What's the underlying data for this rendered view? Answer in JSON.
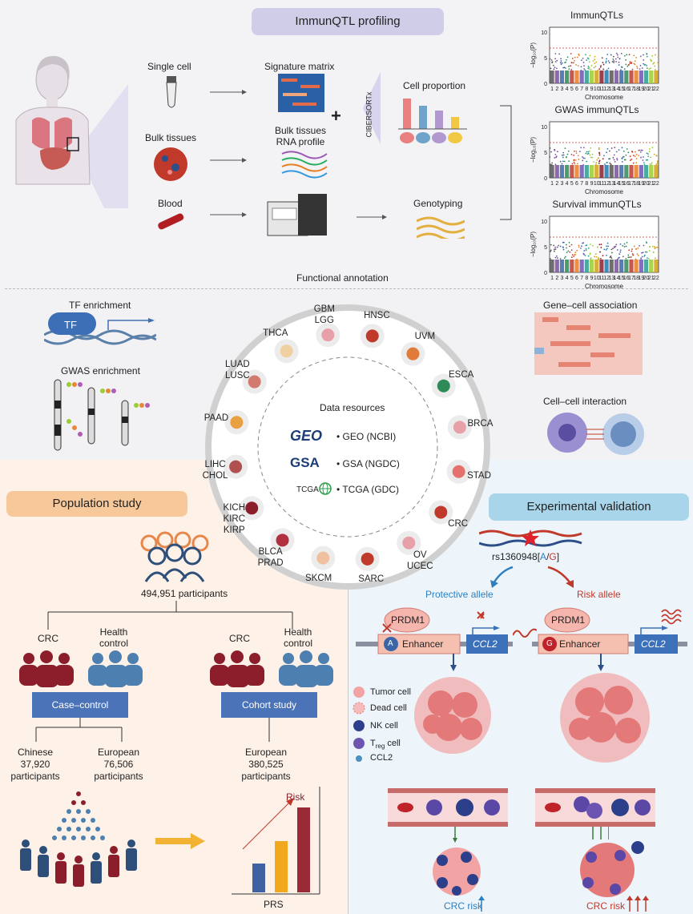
{
  "top": {
    "title": "ImmunQTL profiling",
    "inputs": [
      "Single cell",
      "Bulk tissues",
      "Blood"
    ],
    "signature_matrix": "Signature matrix",
    "bulk_profile": [
      "Bulk tissues",
      "RNA profile"
    ],
    "cibersort": "CIBERSORTx",
    "cell_proportion": "Cell proportion",
    "genotyping": "Genotyping",
    "functional_annotation": "Functional annotation",
    "manhattan_titles": [
      "ImmunQTLs",
      "GWAS immunQTLs",
      "Survival immunQTLs"
    ],
    "manhattan_xlabel": "Chromosome",
    "manhattan_ylabel": "−log₁₀(P)",
    "manhattan_yticks": [
      "0",
      "5",
      "10"
    ],
    "chromosomes": [
      "1",
      "2",
      "3",
      "4",
      "5",
      "6",
      "7",
      "8",
      "9",
      "10",
      "11",
      "12",
      "13",
      "14",
      "15",
      "16",
      "17",
      "18",
      "19",
      "20",
      "21",
      "22"
    ]
  },
  "middle": {
    "tf_enrichment": "TF enrichment",
    "tf_label": "TF",
    "gwas_enrichment": "GWAS enrichment",
    "gene_cell": "Gene–cell association",
    "cell_cell": "Cell–cell interaction",
    "data_resources_title": "Data resources",
    "resources": [
      "• GEO (NCBI)",
      "• GSA (NGDC)",
      "• TCGA (GDC)"
    ],
    "resource_logos": [
      "GEO",
      "GSA",
      "TCGA"
    ],
    "cancers": [
      "GBM\nLGG",
      "HNSC",
      "UVM",
      "ESCA",
      "BRCA",
      "STAD",
      "CRC",
      "OV\nUCEC",
      "SARC",
      "SKCM",
      "BLCA\nPRAD",
      "KICH\nKIRC\nKIRP",
      "LIHC\nCHOL",
      "PAAD",
      "LUAD\nLUSC",
      "THCA"
    ]
  },
  "population": {
    "title": "Population study",
    "participants": "494,951 participants",
    "left_groups": [
      "CRC",
      "Health\ncontrol"
    ],
    "right_groups": [
      "CRC",
      "Health\ncontrol"
    ],
    "case_control": "Case–control",
    "cohort_study": "Cohort study",
    "chinese": "Chinese\n37,920\nparticipants",
    "european_left": "European\n76,506\nparticipants",
    "european_right": "European\n380,525\nparticipants",
    "risk": "Risk",
    "prs": "PRS"
  },
  "experimental": {
    "title": "Experimental validation",
    "snp_prefix": "rs1360948[",
    "allele_a": "A",
    "slash": "/",
    "allele_g": "G",
    "snp_suffix": "]",
    "protective": "Protective allele",
    "risk_allele": "Risk allele",
    "prdm1": "PRDM1",
    "enhancer": "Enhancer",
    "ccl2": "CCL2",
    "legend": [
      "Tumor cell",
      "Dead cell",
      "NK cell",
      "T",
      "reg",
      " cell",
      "CCL2"
    ],
    "crc_risk": "CRC risk"
  },
  "colors": {
    "title_pill": "#cfcde8",
    "population_pill": "#f7c99a",
    "experimental_pill": "#a9d5ea",
    "box_blue": "#4a73b8",
    "dark_red": "#8b1e2a",
    "steel_blue": "#4d7fb0",
    "protective": "#2e7fc0",
    "risk": "#c0392b"
  }
}
